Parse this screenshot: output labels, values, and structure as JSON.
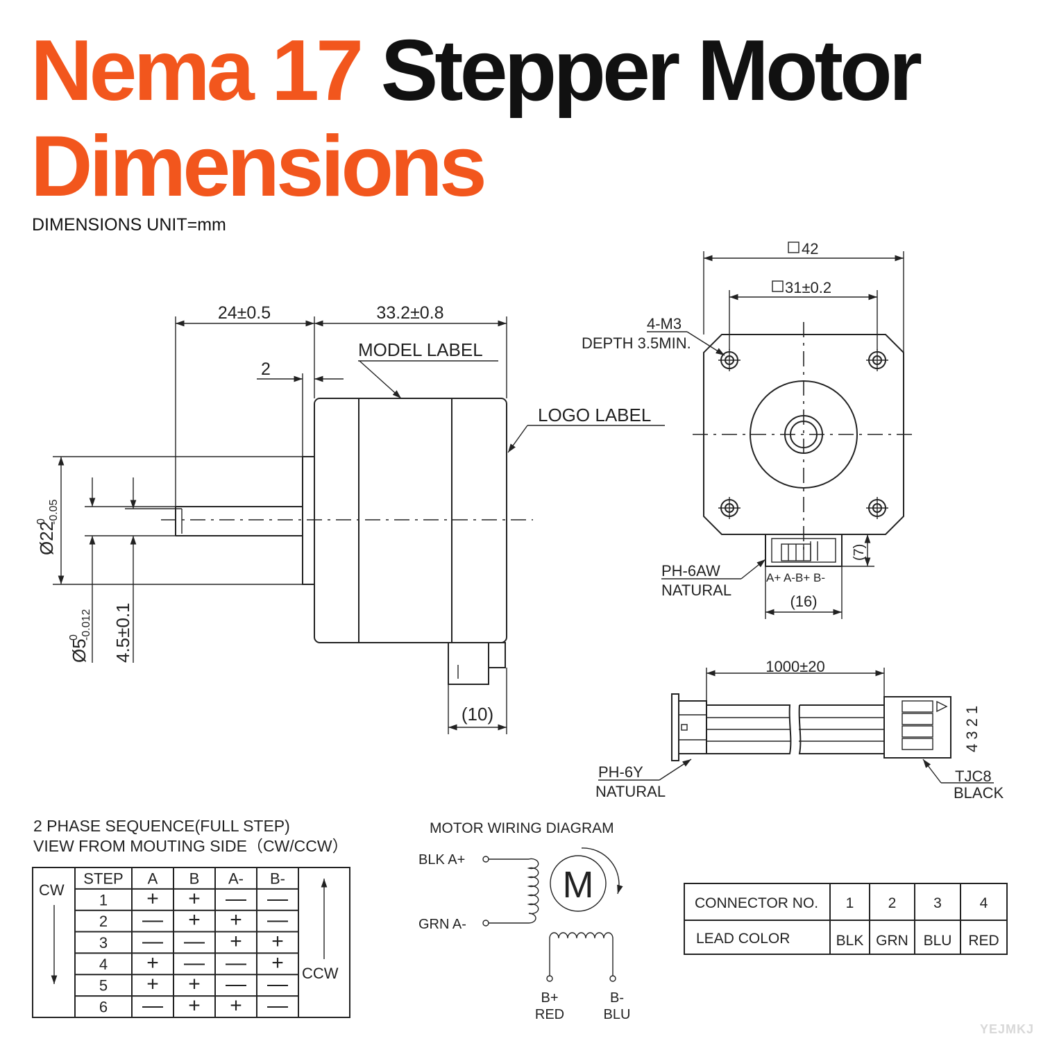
{
  "title": {
    "part1": "Nema 17",
    "part2": "Stepper Motor",
    "part3": "Dimensions"
  },
  "units_label": "DIMENSIONS UNIT=mm",
  "side_view": {
    "shaft_length": "24±0.5",
    "body_length": "33.2±0.8",
    "boss_height": "2",
    "model_label": "MODEL LABEL",
    "logo_label": "LOGO LABEL",
    "boss_diameter_base": "Ø22",
    "boss_diameter_sup": "0",
    "boss_diameter_sub": "-0.05",
    "shaft_diameter_base": "Ø5",
    "shaft_diameter_sup": "0",
    "shaft_diameter_sub": "-0.012",
    "flat_height": "4.5±0.1",
    "connector_width": "(10)"
  },
  "front_view": {
    "frame_size": "42",
    "hole_spacing": "31±0.2",
    "screw_spec": "4-M3",
    "screw_depth": "DEPTH 3.5MIN.",
    "connector_height": "(7)",
    "connector_type": "PH-6AW",
    "connector_finish": "NATURAL",
    "pins_label": "A+  A-B+  B-",
    "connector_width": "(16)"
  },
  "cable": {
    "length": "1000±20",
    "left_connector_type": "PH-6Y",
    "left_connector_finish": "NATURAL",
    "right_connector_type": "TJC8",
    "right_connector_finish": "BLACK",
    "pin_numbers": "4 3 2 1"
  },
  "sequence": {
    "title_line1": "2 PHASE SEQUENCE(FULL STEP)",
    "title_line2": "VIEW FROM MOUTING SIDE（CW/CCW）",
    "cw_label": "CW",
    "ccw_label": "CCW",
    "headers": [
      "STEP",
      "A",
      "B",
      "A-",
      "B-"
    ],
    "rows": [
      [
        "1",
        "+",
        "+",
        "—",
        "—"
      ],
      [
        "2",
        "—",
        "+",
        "+",
        "—"
      ],
      [
        "3",
        "—",
        "—",
        "+",
        "+"
      ],
      [
        "4",
        "+",
        "—",
        "—",
        "+"
      ],
      [
        "5",
        "+",
        "+",
        "—",
        "—"
      ],
      [
        "6",
        "—",
        "+",
        "+",
        "—"
      ]
    ]
  },
  "wiring": {
    "title": "MOTOR WIRING  DIAGRAM",
    "top_left_label": "BLK  A+",
    "bottom_left_label": "GRN  A-",
    "motor_symbol": "M",
    "b_plus_label": "B+",
    "b_plus_color": "RED",
    "b_minus_label": "B-",
    "b_minus_color": "BLU"
  },
  "connector_table": {
    "row1_label": "CONNECTOR NO.",
    "row1_values": [
      "1",
      "2",
      "3",
      "4"
    ],
    "row2_label": "LEAD COLOR",
    "row2_values": [
      "BLK",
      "GRN",
      "BLU",
      "RED"
    ]
  },
  "watermark": "YEJMKJ",
  "colors": {
    "accent": "#f2561d",
    "ink": "#111111"
  }
}
